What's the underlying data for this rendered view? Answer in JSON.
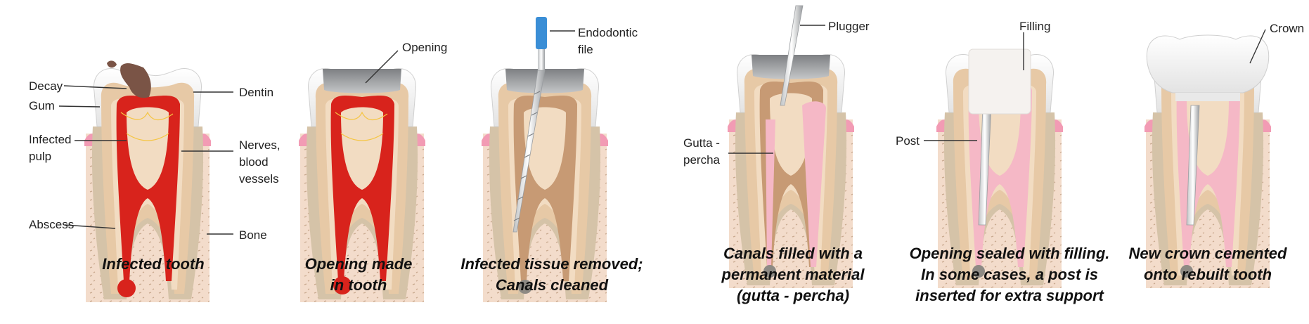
{
  "panels": [
    {
      "caption": [
        "Infected tooth"
      ],
      "labels": {
        "decay": "Decay",
        "gum": "Gum",
        "infected_pulp": [
          "Infected",
          "pulp"
        ],
        "abscess": "Abscess",
        "dentin": "Dentin",
        "nerves": [
          "Nerves,",
          "blood",
          "vessels"
        ],
        "bone": "Bone"
      }
    },
    {
      "caption": [
        "Opening made",
        "in tooth"
      ],
      "labels": {
        "opening": "Opening"
      }
    },
    {
      "caption": [
        "Infected tissue removed;",
        "Canals cleaned"
      ],
      "labels": {
        "file": [
          "Endodontic",
          "file"
        ]
      }
    },
    {
      "caption": [
        "Canals filled with a",
        "permanent material",
        "(gutta - percha)"
      ],
      "labels": {
        "plugger": "Plugger",
        "gutta": [
          "Gutta -",
          "percha"
        ]
      }
    },
    {
      "caption": [
        "Opening sealed with filling.",
        "In some cases, a post is",
        "inserted for extra support"
      ],
      "labels": {
        "filling": "Filling",
        "post": "Post"
      }
    },
    {
      "caption": [
        "New crown cemented",
        "onto rebuilt tooth"
      ],
      "labels": {
        "crown": "Crown"
      }
    }
  ],
  "colors": {
    "bone": "#f3dccb",
    "bone_dots": "#c9a98f",
    "gum": "#f29bb4",
    "enamel": "#f4f4f4",
    "dentin": "#d9c09e",
    "dentin_light": "#f2dcc2",
    "pulp_infected": "#d8231c",
    "pulp_healthy": "#f5b8c6",
    "canal_open": "#c79a74",
    "decay": "#7a5446",
    "filling_gray": "#a9abae",
    "file_blue": "#3a8ed6"
  }
}
